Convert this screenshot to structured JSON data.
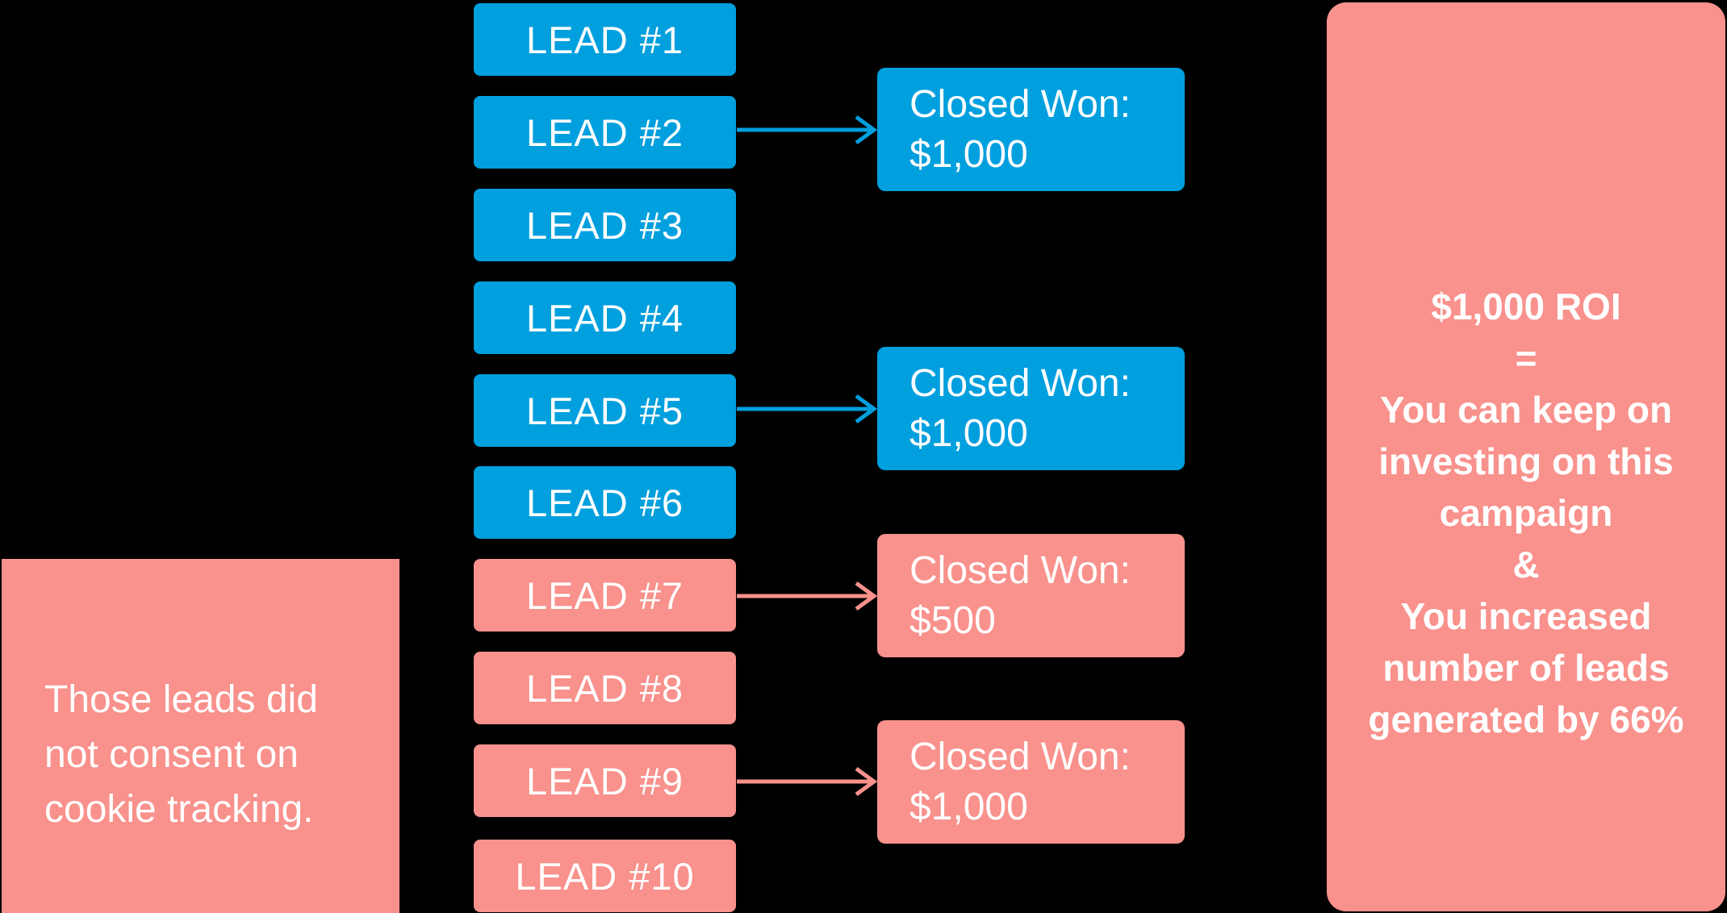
{
  "colors": {
    "background": "#000000",
    "blue": "#009FDE",
    "pink": "#F9918C",
    "text": "#FFFFFF"
  },
  "leads": {
    "items": [
      {
        "label": "LEAD #1",
        "color": "blue"
      },
      {
        "label": "LEAD #2",
        "color": "blue"
      },
      {
        "label": "LEAD #3",
        "color": "blue"
      },
      {
        "label": "LEAD #4",
        "color": "blue"
      },
      {
        "label": "LEAD #5",
        "color": "blue"
      },
      {
        "label": "LEAD #6",
        "color": "blue"
      },
      {
        "label": "LEAD #7",
        "color": "pink"
      },
      {
        "label": "LEAD #8",
        "color": "pink"
      },
      {
        "label": "LEAD #9",
        "color": "pink"
      },
      {
        "label": "LEAD #10",
        "color": "pink"
      }
    ]
  },
  "closed_won": [
    {
      "label": "Closed Won:",
      "amount": "$1,000",
      "source": "LEAD #2",
      "color": "blue"
    },
    {
      "label": "Closed Won:",
      "amount": "$1,000",
      "source": "LEAD #5",
      "color": "blue"
    },
    {
      "label": "Closed Won:",
      "amount": "$500",
      "source": "LEAD #7",
      "color": "pink"
    },
    {
      "label": "Closed Won:",
      "amount": "$1,000",
      "source": "LEAD #9",
      "color": "pink"
    }
  ],
  "note": {
    "lines": [
      "Those leads did",
      "not consent on",
      "cookie tracking."
    ]
  },
  "summary": {
    "lines": [
      "$1,000 ROI",
      "=",
      "You can keep on",
      "investing on this",
      "campaign",
      "&",
      "You increased",
      "number of leads",
      "generated by 66%"
    ]
  }
}
